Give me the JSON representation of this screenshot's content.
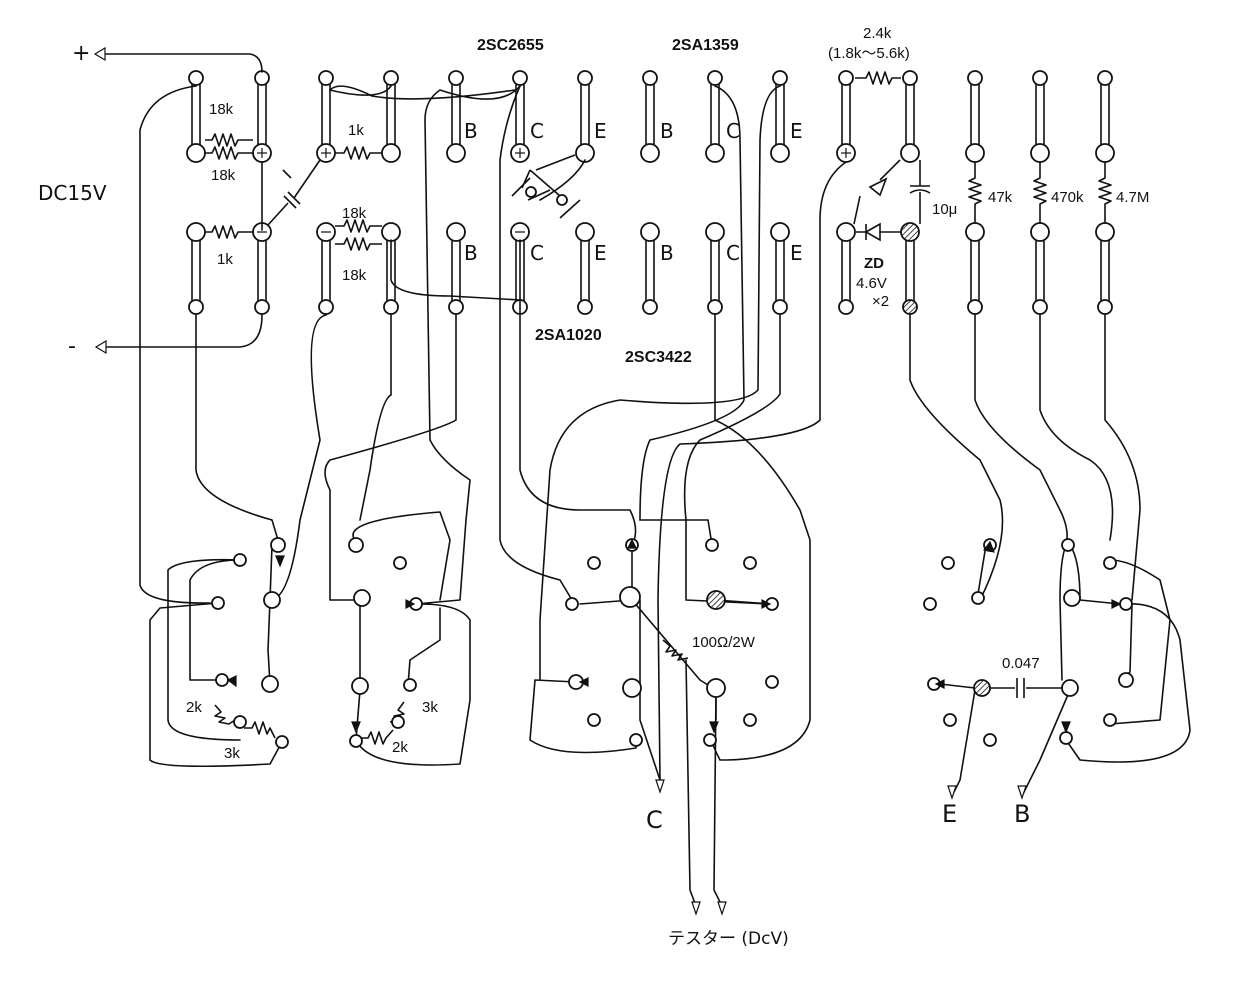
{
  "labels": {
    "plus": "+",
    "minus": "-",
    "supply": "DC15V",
    "t1": "2SC2655",
    "t2": "2SA1359",
    "t3": "2SA1020",
    "t4": "2SC3422",
    "r_18k": "18k",
    "r_1k": "1k",
    "b": "B",
    "c": "C",
    "e": "E",
    "r_2_4k": "2.4k",
    "r_range": "(1.8k～5.6k)",
    "c_10u": "10μ",
    "r_47k": "47k",
    "r_470k": "470k",
    "r_4_7m": "4.7M",
    "zd": "ZD",
    "zd_v": "4.6V",
    "zd_n": "×2",
    "r_100": "100Ω/2W",
    "c_0047": "0.047",
    "r_2k": "2k",
    "r_3k": "3k",
    "out_c": "C",
    "out_e": "E",
    "out_b": "B",
    "tester": "テスター (DcV)"
  }
}
